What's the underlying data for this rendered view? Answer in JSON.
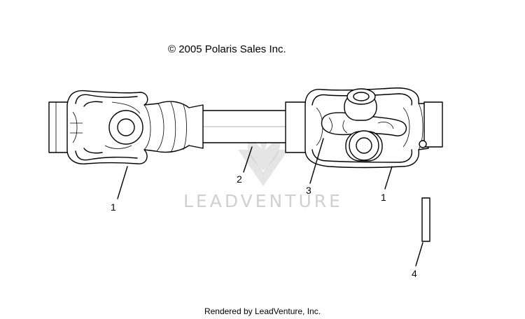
{
  "diagram": {
    "copyright": "© 2005 Polaris Sales Inc.",
    "footer": "Rendered by LeadVenture, Inc.",
    "watermark": "LEADVENTURE",
    "callouts": [
      {
        "id": "c1a",
        "label": "1"
      },
      {
        "id": "c2",
        "label": "2"
      },
      {
        "id": "c3",
        "label": "3"
      },
      {
        "id": "c1b",
        "label": "1"
      },
      {
        "id": "c4",
        "label": "4"
      }
    ]
  }
}
